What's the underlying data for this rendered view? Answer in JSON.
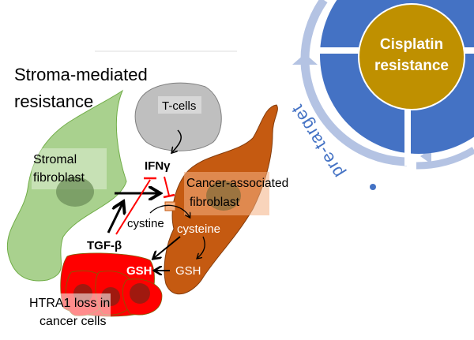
{
  "title": [
    "Stroma-mediated",
    "resistance"
  ],
  "center_label": [
    "Cisplatin",
    "resistance"
  ],
  "arc_label": "pre-target",
  "cells": {
    "tcells": "T-cells",
    "stromal": [
      "Stromal",
      "fibroblast"
    ],
    "caf": [
      "Cancer-associated",
      "fibroblast"
    ],
    "cancer": [
      "HTRA1 loss in",
      "cancer cells"
    ]
  },
  "molecules": {
    "ifng": "IFNγ",
    "tgfb": "TGF-β",
    "cystine": "cystine",
    "cysteine": "cysteine",
    "gsh_caf": "GSH",
    "gsh_cancer": "GSH"
  },
  "colors": {
    "wheel_blue": "#4472C4",
    "ring_light_blue": "#B4C3E3",
    "center_gold": "#BF9000",
    "stromal_green": "#A9D18E",
    "caf_orange": "#C55A11",
    "cancer_red": "#FF0000",
    "tcell_gray": "#BFBFBF",
    "inhibit_red": "#FF0000"
  }
}
